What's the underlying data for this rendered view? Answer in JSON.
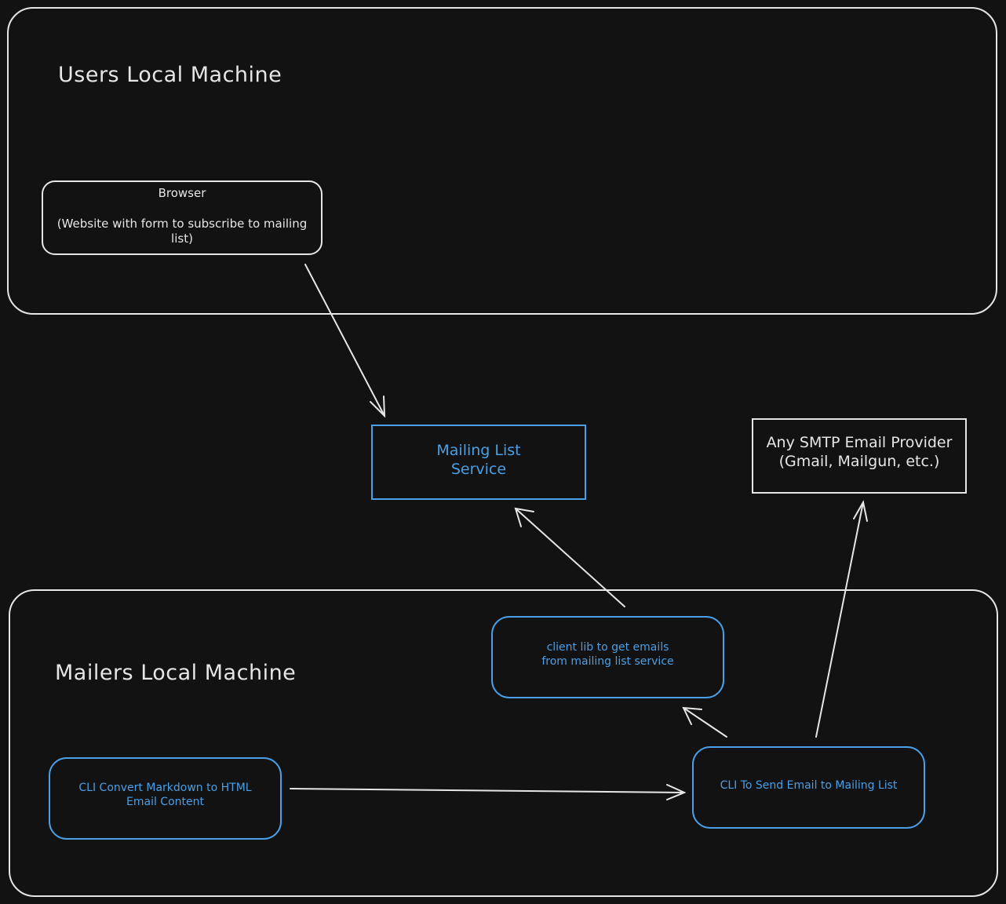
{
  "frames": {
    "users": {
      "title": "Users Local Machine"
    },
    "mailers": {
      "title": "Mailers Local Machine"
    }
  },
  "nodes": {
    "browser": {
      "title": "Browser",
      "subtitle": "(Website with form to subscribe to mailing list)"
    },
    "mailing_list_service": {
      "line1": "Mailing List",
      "line2": "Service"
    },
    "smtp_provider": {
      "line1": "Any SMTP Email Provider",
      "line2": "(Gmail, Mailgun, etc.)"
    },
    "client_lib": {
      "line1": "client lib to get emails",
      "line2": "from mailing list service"
    },
    "cli_convert": {
      "line1": "CLI Convert Markdown to HTML",
      "line2": "Email Content"
    },
    "cli_send": {
      "label": "CLI To Send Email to Mailing List"
    }
  },
  "colors": {
    "background": "#121212",
    "stroke_white": "#e6e6e6",
    "stroke_blue": "#4a9fe6"
  }
}
